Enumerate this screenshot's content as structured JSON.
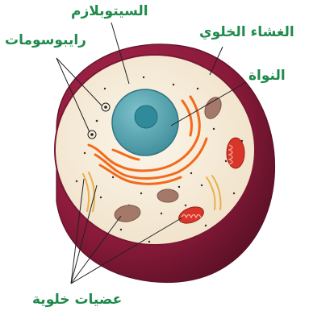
{
  "labels": {
    "cytoplasm": "السيتوبلازم",
    "membrane": "الغشاء الخلوي",
    "ribosomes": "رايبوسومات",
    "nucleus": "النواة",
    "organelles": "عضيات خلوية"
  },
  "colors": {
    "label_text": "#1f8a4c",
    "membrane": "#8a1a3a",
    "cytoplasm": "#f6ecd9",
    "nucleus": "#5aa9b4",
    "nucleolus": "#3c8ea0",
    "endoplasmic_reticulum": "#f26a1b",
    "mitochondria": "#d9362b",
    "vacuole": "#a4796a"
  }
}
